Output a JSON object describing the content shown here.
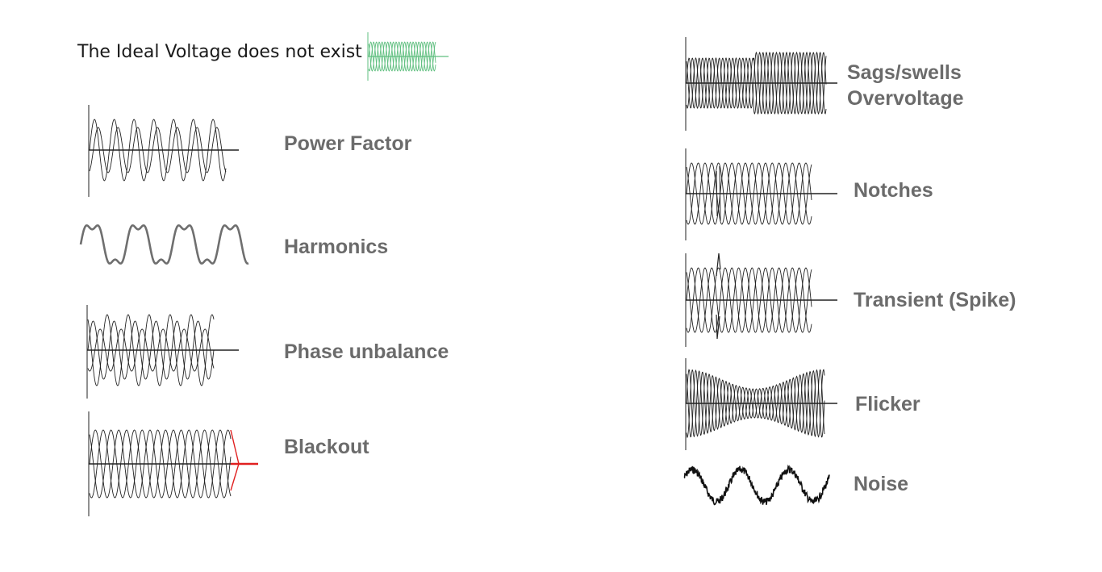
{
  "title": "The Ideal Voltage does not exist",
  "colors": {
    "ideal_wave": "#5fbf7f",
    "blackout_cut": "#e02020",
    "wave": "#222222",
    "label": "#6b6b6b"
  },
  "items": [
    {
      "id": "power-factor",
      "label": "Power Factor"
    },
    {
      "id": "harmonics",
      "label": "Harmonics"
    },
    {
      "id": "phase-unbalance",
      "label": "Phase unbalance"
    },
    {
      "id": "blackout",
      "label": "Blackout"
    },
    {
      "id": "sags-swells",
      "label": "Sags/swells",
      "label2": "Overvoltage"
    },
    {
      "id": "notches",
      "label": "Notches"
    },
    {
      "id": "transient",
      "label": "Transient (Spike)"
    },
    {
      "id": "flicker",
      "label": "Flicker"
    },
    {
      "id": "noise",
      "label": "Noise"
    }
  ]
}
